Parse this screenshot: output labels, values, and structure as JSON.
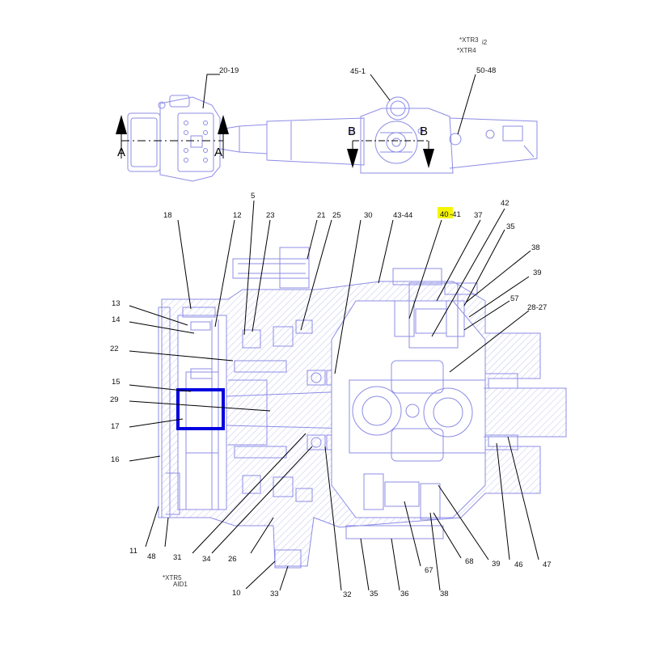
{
  "notes": {
    "top_xtr3": "*XTR3",
    "top_xtr3_suffix": "i2",
    "top_xtr4": "*XTR4",
    "bottom_xtr5": "*XTR5",
    "bottom_xtr5_suffix": "AID1"
  },
  "section_marks": {
    "a_left": "A",
    "a_right": "A",
    "b_left": "B",
    "b_right": "B"
  },
  "callouts_top": {
    "c20_19": "20-19",
    "c45_1": "45-1",
    "c50_48": "50-48"
  },
  "callouts_upper": {
    "c18": "18",
    "c12": "12",
    "c5": "5",
    "c23": "23",
    "c21": "21",
    "c25": "25",
    "c30": "30",
    "c43_44": "43-44",
    "c40_hl": "40",
    "c40_rest": "-41",
    "c37": "37",
    "c42": "42",
    "c35a": "35",
    "c38a": "38",
    "c39a": "39",
    "c57": "57",
    "c28_27": "28-27"
  },
  "callouts_left": {
    "c13": "13",
    "c14": "14",
    "c22": "22",
    "c15": "15",
    "c29": "29",
    "c17": "17",
    "c16": "16"
  },
  "callouts_bottom": {
    "c11": "11",
    "c48": "48",
    "c31": "31",
    "c34": "34",
    "c26": "26",
    "c10": "10",
    "c33": "33",
    "c32": "32",
    "c35b": "35",
    "c36": "36",
    "c67": "67",
    "c38b": "38",
    "c68": "68",
    "c39b": "39",
    "c46": "46",
    "c47": "47"
  },
  "colors": {
    "line": "#8c8ce6",
    "highlight_yellow": "#f5f500",
    "highlight_box": "#0000e0"
  }
}
